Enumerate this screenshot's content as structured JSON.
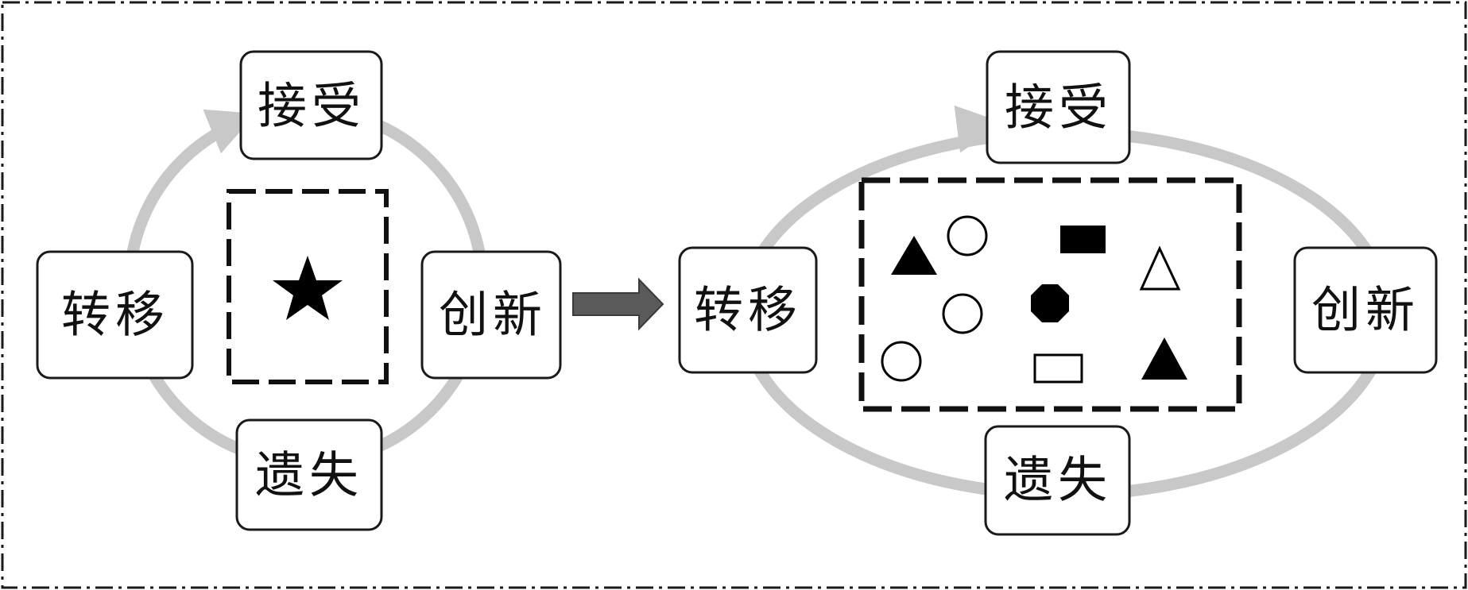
{
  "diagram": {
    "left_cycle": {
      "nodes": {
        "top": "接受",
        "left": "转移",
        "right": "创新",
        "bottom": "遗失"
      },
      "center_symbol": "star-icon"
    },
    "transition_arrow": "arrow-right-icon",
    "right_cycle": {
      "nodes": {
        "top": "接受",
        "left": "转移",
        "right": "创新",
        "bottom": "遗失"
      },
      "center_symbols": [
        "filled-triangle-icon",
        "circle-outline-icon",
        "filled-rectangle-icon",
        "triangle-outline-icon",
        "circle-outline-icon",
        "filled-octagon-icon",
        "circle-outline-icon",
        "rectangle-outline-icon",
        "filled-triangle-icon"
      ]
    },
    "colors": {
      "cycle_ring": "#c8c8c8",
      "node_border": "#1a1a1a",
      "arrow_fill": "#5a5a5a",
      "symbol_fill": "#000000"
    }
  }
}
